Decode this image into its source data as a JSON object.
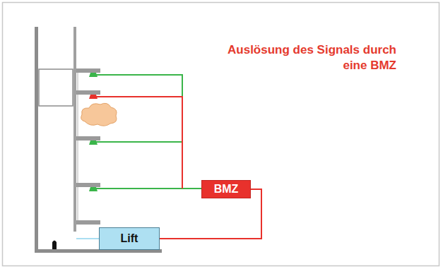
{
  "diagram": {
    "title": "Auslösung des Signals durch eine BMZ",
    "nodes": [
      {
        "text": [
          "BMZ"
        ]
      },
      {
        "text": [
          "Lift"
        ]
      }
    ],
    "edges": [
      {
        "from": 0,
        "to": 1,
        "arrow": "none"
      }
    ]
  }
}
